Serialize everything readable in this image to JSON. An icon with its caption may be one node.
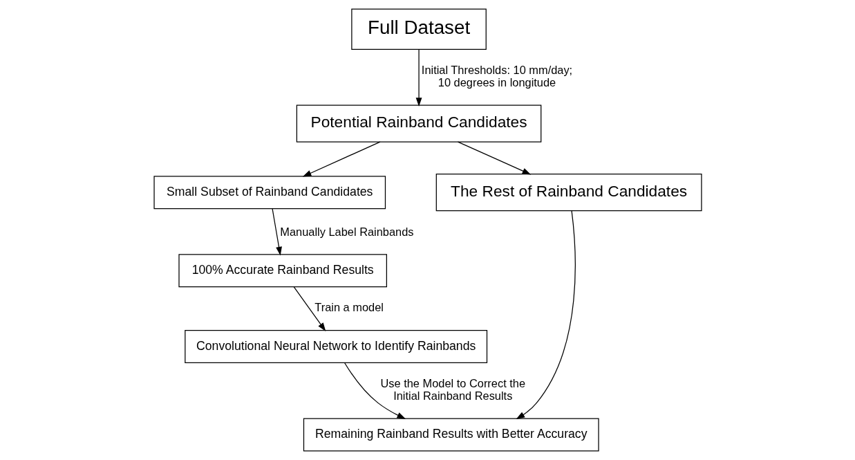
{
  "diagram": {
    "nodes": [
      {
        "text": [
          "Full Dataset"
        ]
      },
      {
        "text": [
          "Potential Rainband Candidates"
        ]
      },
      {
        "text": [
          "Small Subset of Rainband Candidates"
        ]
      },
      {
        "text": [
          "The Rest of Rainband Candidates"
        ]
      },
      {
        "text": [
          "100% Accurate Rainband Results"
        ]
      },
      {
        "text": [
          "Convolutional Neural Network to Identify Rainbands"
        ]
      },
      {
        "text": [
          "Remaining Rainband Results with Better Accuracy"
        ]
      }
    ],
    "edges": [
      {
        "from": 0,
        "to": 1,
        "arrow": "to",
        "label": "Initial Thresholds: 10 mm/day; 10 degrees in longitude"
      },
      {
        "from": 1,
        "to": 2,
        "arrow": "to"
      },
      {
        "from": 1,
        "to": 3,
        "arrow": "to"
      },
      {
        "from": 2,
        "to": 4,
        "arrow": "to",
        "label": "Manually Label Rainbands"
      },
      {
        "from": 4,
        "to": 5,
        "arrow": "to",
        "label": "Train a model"
      },
      {
        "from": 3,
        "to": 6,
        "arrow": "to"
      },
      {
        "from": 5,
        "to": 6,
        "arrow": "to",
        "label": "Use the Model to Correct the Initial Rainband Results"
      }
    ]
  }
}
